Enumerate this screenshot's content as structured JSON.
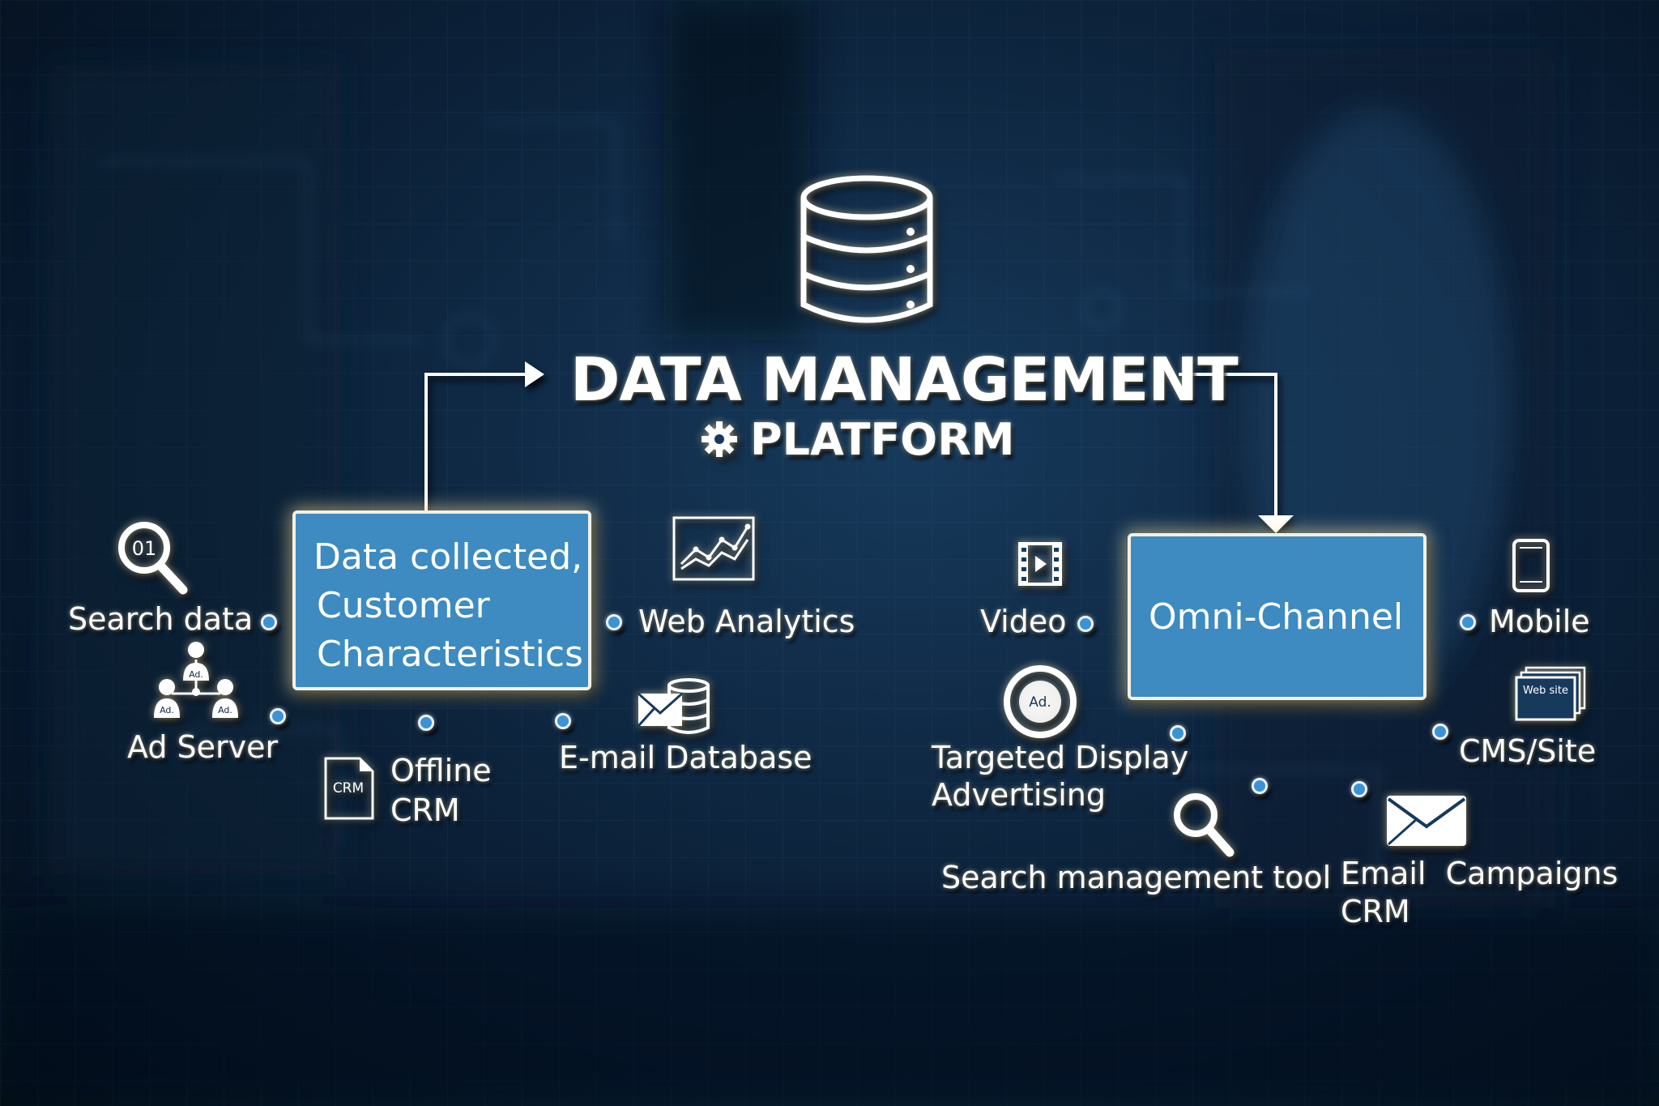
{
  "title": "DATA MANAGEMENT",
  "subtitle": "PLATFORM",
  "left_box": {
    "lines": [
      "Data collected,",
      "Customer",
      "Characteristics"
    ]
  },
  "right_box": {
    "label": "Omni-Channel"
  },
  "left_items": {
    "search_data": "Search data",
    "ad_server": "Ad Server",
    "offline_crm": [
      "Offline",
      "CRM"
    ],
    "web_analytics": "Web Analytics",
    "email_database": "E-mail Database"
  },
  "right_items": {
    "video": "Video",
    "targeted_display": [
      "Targeted Display",
      "Advertising"
    ],
    "search_management": "Search management tool",
    "mobile": "Mobile",
    "cms_site": "CMS/Site",
    "email_campaigns": [
      "Email  Campaigns",
      "CRM"
    ]
  },
  "icon_text": {
    "search_digits": "01",
    "ad_badge": "Ad.",
    "crm_doc": "CRM",
    "web_site": "Web site"
  },
  "icons": [
    "database-icon",
    "gear-icon",
    "magnifier-icon",
    "people-network-icon",
    "crm-document-icon",
    "line-chart-icon",
    "email-database-icon",
    "video-icon",
    "ad-target-icon",
    "mobile-icon",
    "website-icon",
    "envelope-icon"
  ],
  "colors": {
    "box_fill": "#3d8bc1",
    "box_border": "#f4f0e4",
    "dot_fill": "#3c93d4",
    "text": "#ffffff",
    "background": "#0e2640"
  }
}
